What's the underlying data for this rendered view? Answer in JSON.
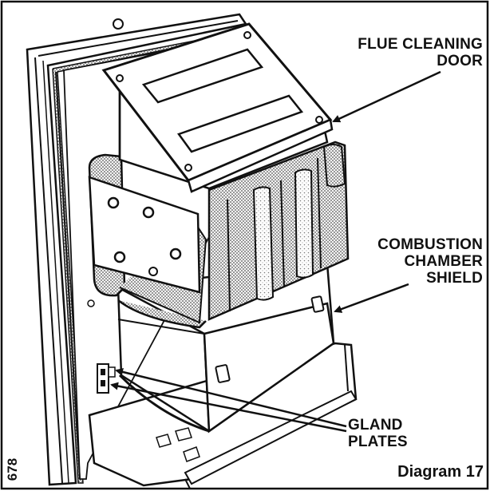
{
  "labels": {
    "flue_cleaning_door": [
      "FLUE CLEANING",
      "DOOR"
    ],
    "combustion_chamber_shield": [
      "COMBUSTION",
      "CHAMBER",
      "SHIELD"
    ],
    "gland_plates": [
      "GLAND",
      "PLATES"
    ]
  },
  "caption": "Diagram 17",
  "reference_number": "678"
}
